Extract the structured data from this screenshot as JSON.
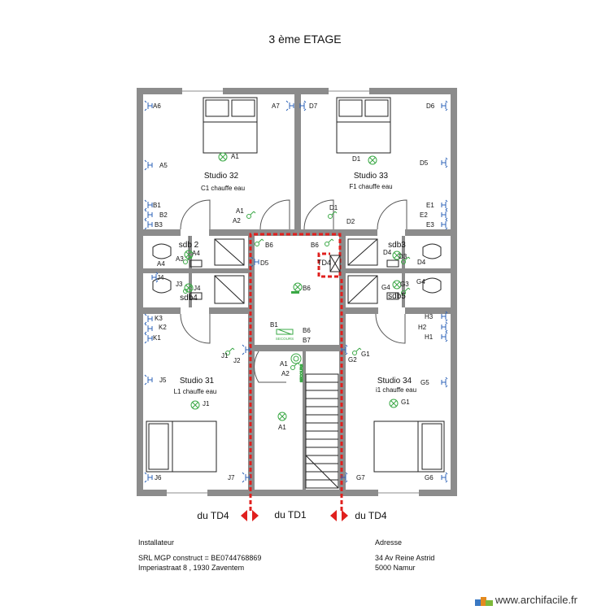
{
  "title": "3 ème ETAGE",
  "rooms": [
    {
      "name": "Studio 32",
      "sub": "C1 chauffe eau"
    },
    {
      "name": "Studio 33",
      "sub": "F1 chauffe eau"
    },
    {
      "name": "Studio 31",
      "sub": "L1 chauffe eau"
    },
    {
      "name": "Studio 34",
      "sub": "i1 chauffe eau"
    },
    {
      "name": "sdb 2"
    },
    {
      "name": "sdb4"
    },
    {
      "name": "sdb3"
    },
    {
      "name": "sdb5"
    }
  ],
  "labels": [
    "A6",
    "A7",
    "D7",
    "D6",
    "A1",
    "D1",
    "A5",
    "D5",
    "B1",
    "B2",
    "B3",
    "E1",
    "E2",
    "E3",
    "A1",
    "A2",
    "D1",
    "D2",
    "B6",
    "B6",
    "A3",
    "A4",
    "A4",
    "D4",
    "D3",
    "D4",
    "D5",
    "TD4",
    "J4",
    "J3",
    "J4",
    "G4",
    "G3",
    "G4",
    "B6",
    "K3",
    "K2",
    "K1",
    "H3",
    "H2",
    "H1",
    "B1",
    "B6",
    "B7",
    "J1",
    "J2",
    "G2",
    "G1",
    "A1",
    "A2",
    "J5",
    "G5",
    "J1",
    "G1",
    "A1",
    "J6",
    "J7",
    "G7",
    "G6"
  ],
  "secours": "SECOURS",
  "feeds": {
    "left": "du TD4",
    "center": "du TD1",
    "right": "du TD4"
  },
  "installer": {
    "heading": "Installateur",
    "line1": "SRL MGP construct = BE0744768869",
    "line2": "Imperiastraat 8 , 1930 Zaventem"
  },
  "address": {
    "heading": "Adresse",
    "line1": "34 Av Reine Astrid",
    "line2": "5000 Namur"
  },
  "brand": "www.archifacile.fr"
}
